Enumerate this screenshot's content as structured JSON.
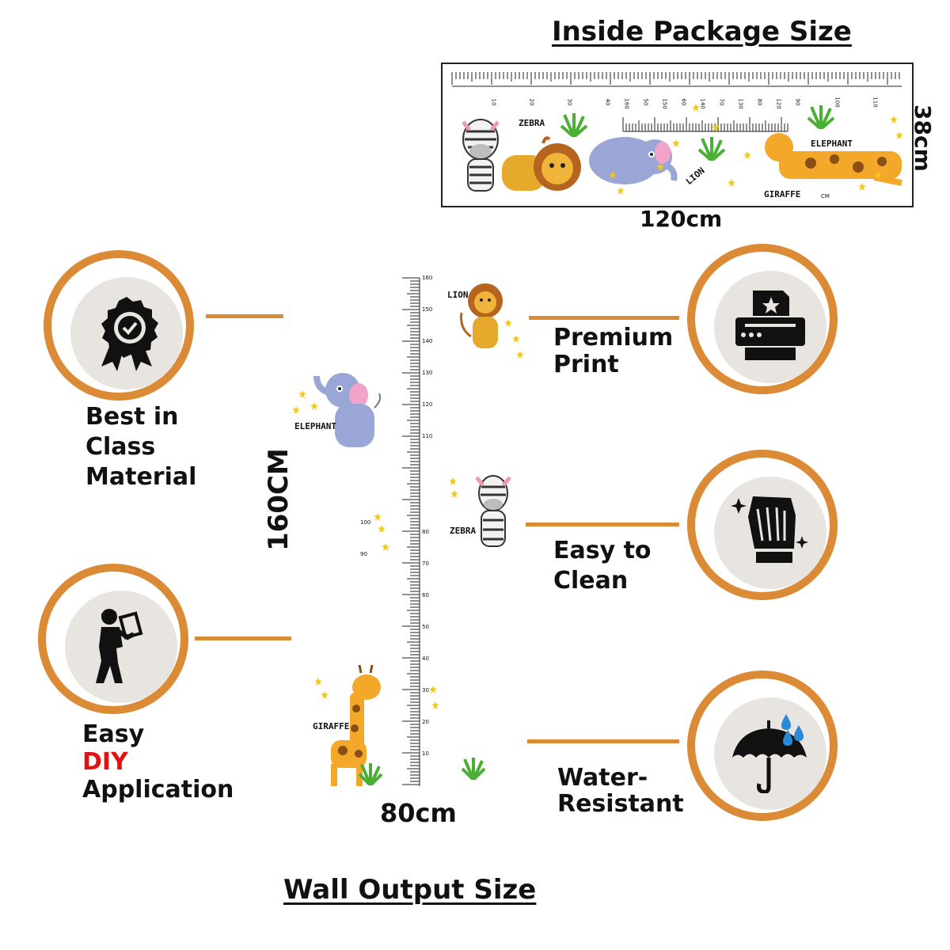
{
  "package": {
    "title": "Inside Package Size",
    "width_label": "120cm",
    "height_label": "38cm",
    "animals": [
      "ZEBRA",
      "LION",
      "ELEPHANT",
      "GIRAFFE"
    ],
    "unit": "CM",
    "top_ruler_labels": [
      "10",
      "20",
      "30",
      "40",
      "50",
      "60",
      "70",
      "80",
      "90",
      "100",
      "110"
    ],
    "mid_ruler_labels": [
      "160",
      "150",
      "140",
      "130",
      "120"
    ]
  },
  "wall": {
    "title": "Wall Output Size",
    "width_label": "80cm",
    "height_label": "160CM",
    "ruler_labels": [
      "160",
      "150",
      "140",
      "130",
      "120",
      "110",
      "80",
      "70",
      "60",
      "50",
      "40",
      "30",
      "20",
      "10"
    ],
    "side_labels": [
      "100",
      "90"
    ],
    "animals": {
      "lion": "LION",
      "elephant": "ELEPHANT",
      "zebra": "ZEBRA",
      "giraffe": "GIRAFFE"
    }
  },
  "features": {
    "material": {
      "lines": [
        "Best in",
        "Class",
        "Material"
      ],
      "icon": "badge-check-icon"
    },
    "diy": {
      "line1": "Easy",
      "accent": "DIY",
      "line3": "Application",
      "icon": "person-carrying-icon",
      "accent_color": "#e01212"
    },
    "print": {
      "lines": [
        "Premium",
        "Print"
      ],
      "icon": "printer-icon"
    },
    "clean": {
      "lines": [
        "Easy to",
        "Clean"
      ],
      "icon": "cleaning-glove-icon"
    },
    "water": {
      "lines": [
        "Water-",
        "Resistant"
      ],
      "icon": "umbrella-rain-icon"
    }
  },
  "colors": {
    "accent": "#db8a36",
    "circle_fill": "#e8e5e0",
    "diy_red": "#e01212"
  }
}
